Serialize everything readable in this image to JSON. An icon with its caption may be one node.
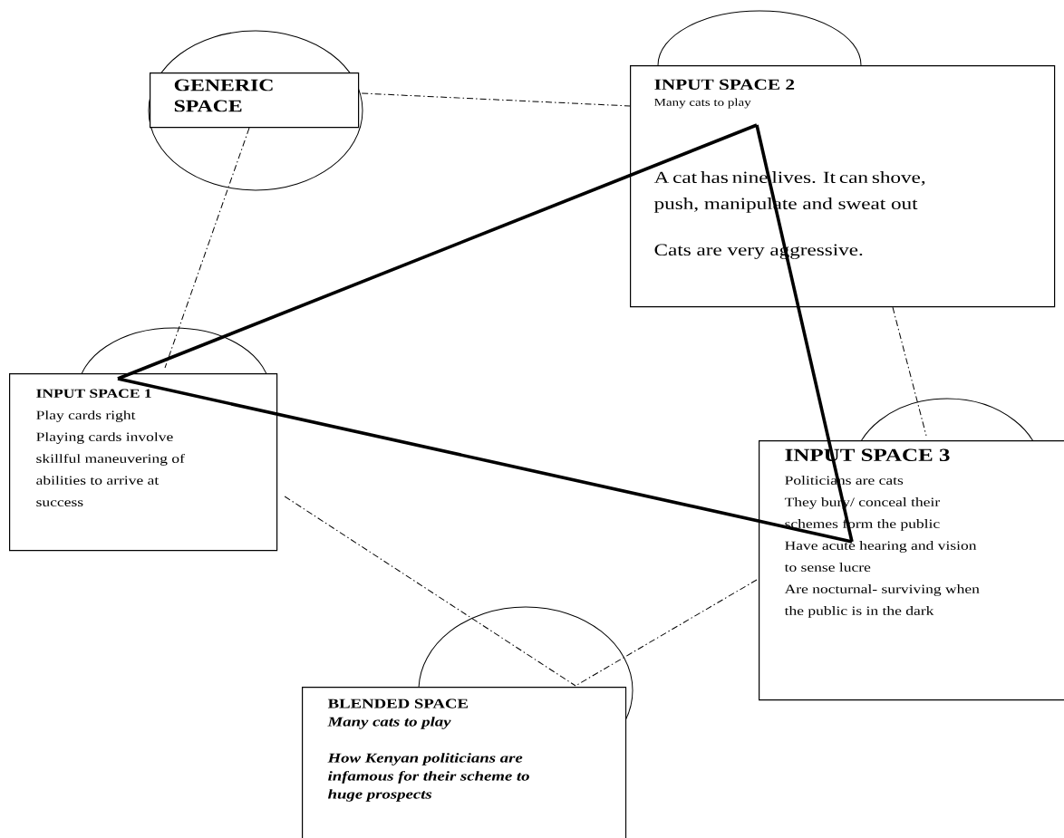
{
  "diagram": {
    "nodes": [
      {
        "text": [
          "GENERIC SPACE"
        ]
      },
      {
        "text": [
          "INPUT SPACE 2",
          "Many cats to play",
          "A cat has nine lives. It can shove, push, manipulate and sweat out",
          "Cats are very aggressive."
        ]
      },
      {
        "text": [
          "INPUT SPACE 1",
          "Play cards right",
          "Playing cards involve skillful maneuvering of abilities to arrive at success"
        ]
      },
      {
        "text": [
          "INPUT SPACE 3",
          "Politicians are cats",
          "They bury/ conceal their schemes form the public",
          "Have acute hearing and vision to sense lucre",
          "Are nocturnal- surviving when the public is in the dark"
        ]
      },
      {
        "text": [
          "BLENDED SPACE",
          "Many cats to play",
          "How Kenyan politicians are infamous for their scheme to huge prospects"
        ]
      }
    ],
    "edges": [
      {
        "from": 0,
        "to": 1,
        "arrow": "none",
        "style": "dashed"
      },
      {
        "from": 0,
        "to": 2,
        "arrow": "none",
        "style": "dashed"
      },
      {
        "from": 1,
        "to": 3,
        "arrow": "none",
        "style": "dashed"
      },
      {
        "from": 2,
        "to": 4,
        "arrow": "none",
        "style": "dashed"
      },
      {
        "from": 3,
        "to": 4,
        "arrow": "none",
        "style": "dashed"
      },
      {
        "from": 2,
        "to": 1,
        "arrow": "none",
        "style": "thick"
      },
      {
        "from": 1,
        "to": 3,
        "arrow": "none",
        "style": "thick"
      },
      {
        "from": 2,
        "to": 3,
        "arrow": "none",
        "style": "thick"
      }
    ]
  }
}
